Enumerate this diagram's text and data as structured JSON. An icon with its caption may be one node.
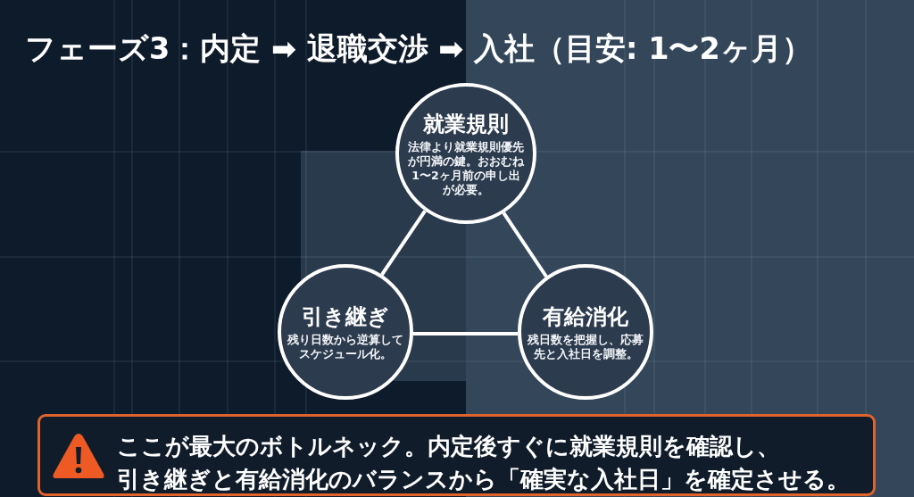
{
  "diagram": {
    "title": "フェーズ3：内定 ➡ 退職交渉 ➡ 入社（目安: 1〜2ヶ月）",
    "nodes": [
      {
        "text": [
          "就業規則",
          "法律より就業規則優先が円満の鍵。おおむね1〜2ヶ月前の申し出が必要。"
        ]
      },
      {
        "text": [
          "引き継ぎ",
          "残り日数から逆算してスケジュール化。"
        ]
      },
      {
        "text": [
          "有給消化",
          "残日数を把握し、応募先と入社日を調整。"
        ]
      },
      {
        "text": [
          "ここが最大のボトルネック。内定後すぐに就業規則を確認し、引き継ぎと有給消化のバランスから「確実な入社日」を確定させる。"
        ]
      }
    ],
    "edges": [
      {
        "from": 0,
        "to": 1,
        "arrow": "none"
      },
      {
        "from": 0,
        "to": 2,
        "arrow": "none"
      },
      {
        "from": 1,
        "to": 2,
        "arrow": "none"
      }
    ]
  }
}
